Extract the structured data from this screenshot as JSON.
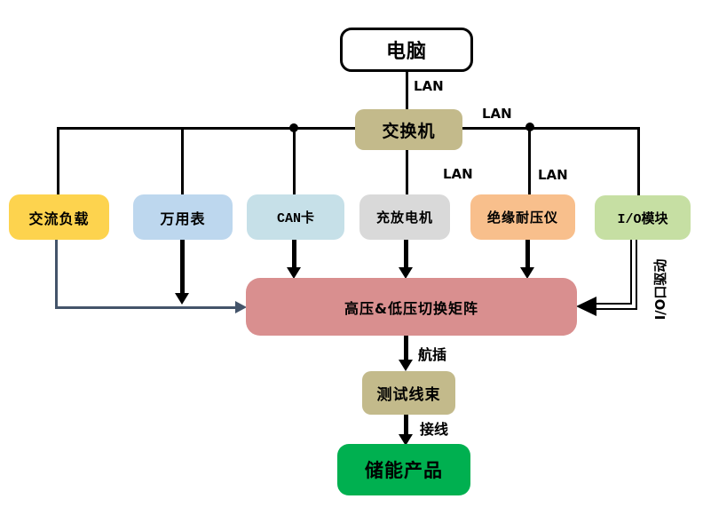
{
  "nodes": {
    "computer": "电脑",
    "switch": "交换机",
    "ac_load": "交流负载",
    "multimeter": "万用表",
    "can_card": "CAN卡",
    "charge_discharge": "充放电机",
    "insulation_tester": "绝缘耐压仪",
    "io_module": "I/O模块",
    "hv_lv_matrix": "高压&低压切换矩阵",
    "test_harness": "测试线束",
    "storage_product": "储能产品"
  },
  "labels": {
    "lan_pc_switch": "LAN",
    "lan_switch_right": "LAN",
    "lan_charge_discharge": "LAN",
    "lan_insulation_tester": "LAN",
    "io_port_drive": "I/O口驱动",
    "aviation_plug": "航插",
    "wiring": "接线"
  },
  "colors": {
    "computer_fill": "#ffffff",
    "computer_border": "#000000",
    "switch_fill": "#c3ba8b",
    "ac_load_fill": "#fdd34e",
    "multimeter_fill": "#bdd7ee",
    "can_card_fill": "#c6e0e8",
    "charge_discharge_fill": "#d9d9d9",
    "insulation_tester_fill": "#f8bf8c",
    "io_module_fill": "#c6dfa3",
    "matrix_fill": "#d98f8f",
    "test_harness_fill": "#c3ba8b",
    "storage_product_fill": "#00b050",
    "line_black": "#000000",
    "line_slate": "#44546a"
  }
}
